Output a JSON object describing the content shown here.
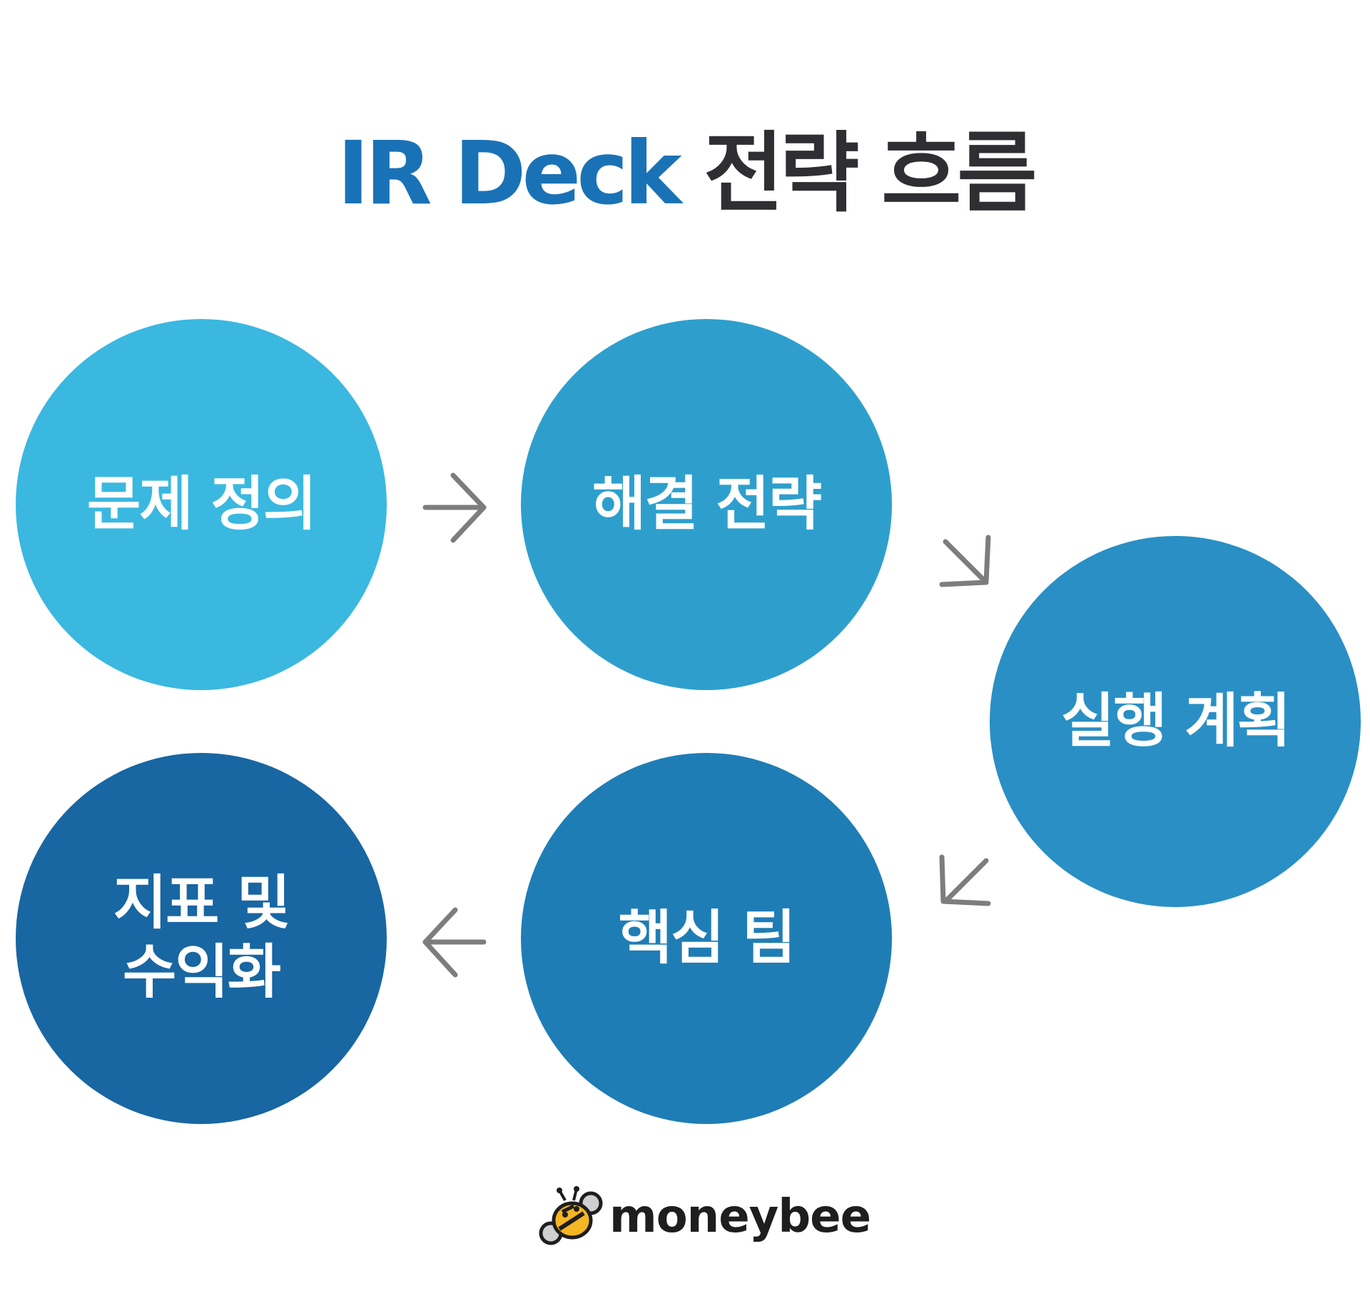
{
  "title": {
    "accent": "IR Deck",
    "rest": " 전략 흐름"
  },
  "nodes": [
    {
      "label": "문제 정의",
      "color": "#3ab8e0"
    },
    {
      "label": "해결 전략",
      "color": "#2e9fcd"
    },
    {
      "label": "실행 계획",
      "color": "#2a8fc4"
    },
    {
      "label": "핵심 팀",
      "color": "#1f7db5"
    },
    {
      "label": "지표 및\n수익화",
      "color": "#1866a2"
    }
  ],
  "arrow_color": "#7d7d7d",
  "logo": {
    "text": "moneybee",
    "icon": "bee-icon"
  }
}
